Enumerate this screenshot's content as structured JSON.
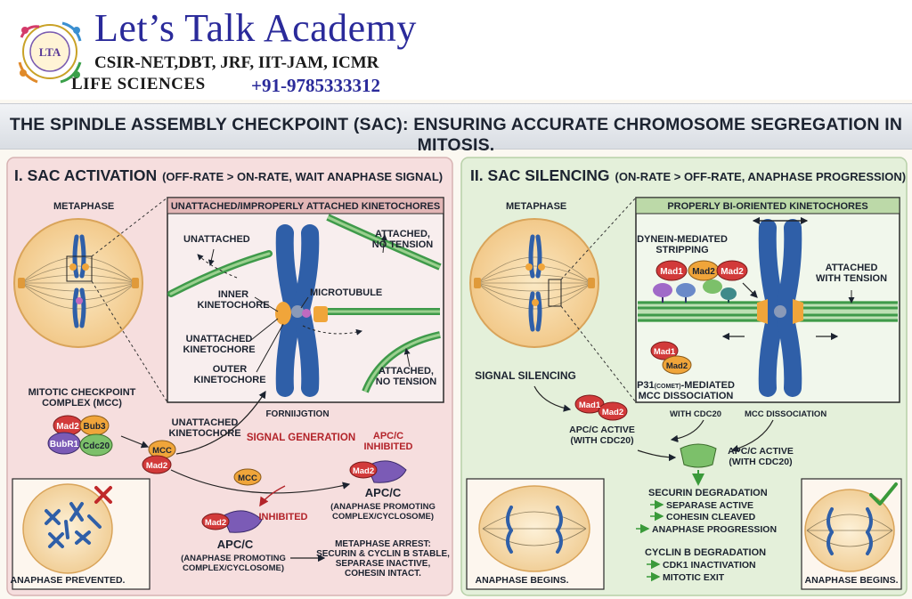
{
  "header": {
    "brand": "Let’s Talk Academy",
    "exams": "CSIR-NET,DBT, JRF, IIT-JAM, ICMR",
    "subject": "LIFE SCIENCES",
    "phone": "+91-9785333312",
    "logo_text": "LTA"
  },
  "title": "THE SPINDLE ASSEMBLY CHECKPOINT (SAC): ENSURING ACCURATE CHROMOSOME SEGREGATION IN MITOSIS.",
  "left_panel": {
    "heading": "I. SAC ACTIVATION",
    "heading_note": "(OFF-RATE > ON-RATE, WAIT ANAPHASE SIGNAL)",
    "metaphase": "METAPHASE",
    "zoom_title": "UNATTACHED/IMPROPERLY ATTACHED KINETOCHORES",
    "unattached": "UNATTACHED",
    "attached_no_tension_1": [
      "ATTACHED,",
      "NO TENSION"
    ],
    "attached_no_tension_2": [
      "ATTACHED,",
      "NO TENSION"
    ],
    "inner_kinetochore": [
      "INNER",
      "KINETOCHORE"
    ],
    "microtubule": "MICROTUBULE",
    "unattached_kinetochore_label": [
      "UNATTACHED",
      "KINETOCHORE"
    ],
    "outer_kinetochore": [
      "OUTER",
      "KINETOCHORE"
    ],
    "formation": "FORNIIJGTION",
    "mcc_title": [
      "MITOTIC CHECKPOINT",
      "COMPLEX (MCC)"
    ],
    "mcc_components": [
      "Mad2",
      "Bub3",
      "BubR1",
      "Cdc20"
    ],
    "unattached_kinetochore": [
      "UNATTACHED",
      "KINETOCHORE"
    ],
    "mcc": "MCC",
    "mad2": "Mad2",
    "signal_generation": "SIGNAL GENERATION",
    "apc_inhibited_label": [
      "APC/C",
      "INHIBITED"
    ],
    "apc_c": "APC/C",
    "apc_full_1": [
      "(ANAPHASE PROMOTING",
      "COMPLEX/CYCLOSOME)"
    ],
    "mcc_small": "MCC",
    "inhibited": "INHIBITED",
    "apc_full_2": [
      "(ANAPHASE PROMOTING",
      "COMPLEX/CYCLOSOME)"
    ],
    "metaphase_arrest": [
      "METAPHASE ARREST:",
      "SECURIN & CYCLIN B STABLE,",
      "SEPARASE INACTIVE,",
      "COHESIN INTACT."
    ],
    "anaphase_prevented": "ANAPHASE PREVENTED."
  },
  "right_panel": {
    "heading": "II. SAC SILENCING",
    "heading_note": "(ON-RATE > OFF-RATE, ANAPHASE PROGRESSION)",
    "metaphase": "METAPHASE",
    "zoom_title": "PROPERLY BI-ORIENTED KINETOCHORES",
    "dynein": [
      "DYNEIN-MEDIATED",
      "STRIPPING"
    ],
    "proteins": [
      "Mad1",
      "Mad2",
      "Mad2"
    ],
    "attached_with_tension": [
      "ATTACHED",
      "WITH TENSION"
    ],
    "mad1": "Mad1",
    "mad2": "Mad2",
    "p31": [
      "P31",
      "(comet)",
      "-MEDIATED",
      "MCC DISSOCIATION"
    ],
    "signal_silencing": "SIGNAL SILENCING",
    "with_cdc20": "WITH CDC20",
    "mcc_dissociation": "MCC DISSOCIATION",
    "apc_active_1": [
      "APC/C ACTIVE",
      "(WITH CDC20)"
    ],
    "apc_active_2": [
      "APC/C ACTIVE",
      "(WITH CDC20)"
    ],
    "securin": [
      "SECURIN DEGRADATION",
      "SEPARASE ACTIVE",
      "COHESIN CLEAVED",
      "ANAPHASE PROGRESSION"
    ],
    "cyclin": [
      "CYCLIN B DEGRADATION",
      "CDK1 INACTIVATION",
      "MITOTIC EXIT"
    ],
    "anaphase_begins_1": "ANAPHASE BEGINS.",
    "anaphase_begins_2": "ANAPHASE BEGINS."
  },
  "colors": {
    "left_bg": "#f6dede",
    "right_bg": "#e4f0da",
    "chromosome": "#2f5fa8",
    "kinetochore": "#f0a53a",
    "microtubule": "#3f9a4a",
    "red_text": "#b3242a",
    "green_arrow": "#3a9a3a"
  }
}
